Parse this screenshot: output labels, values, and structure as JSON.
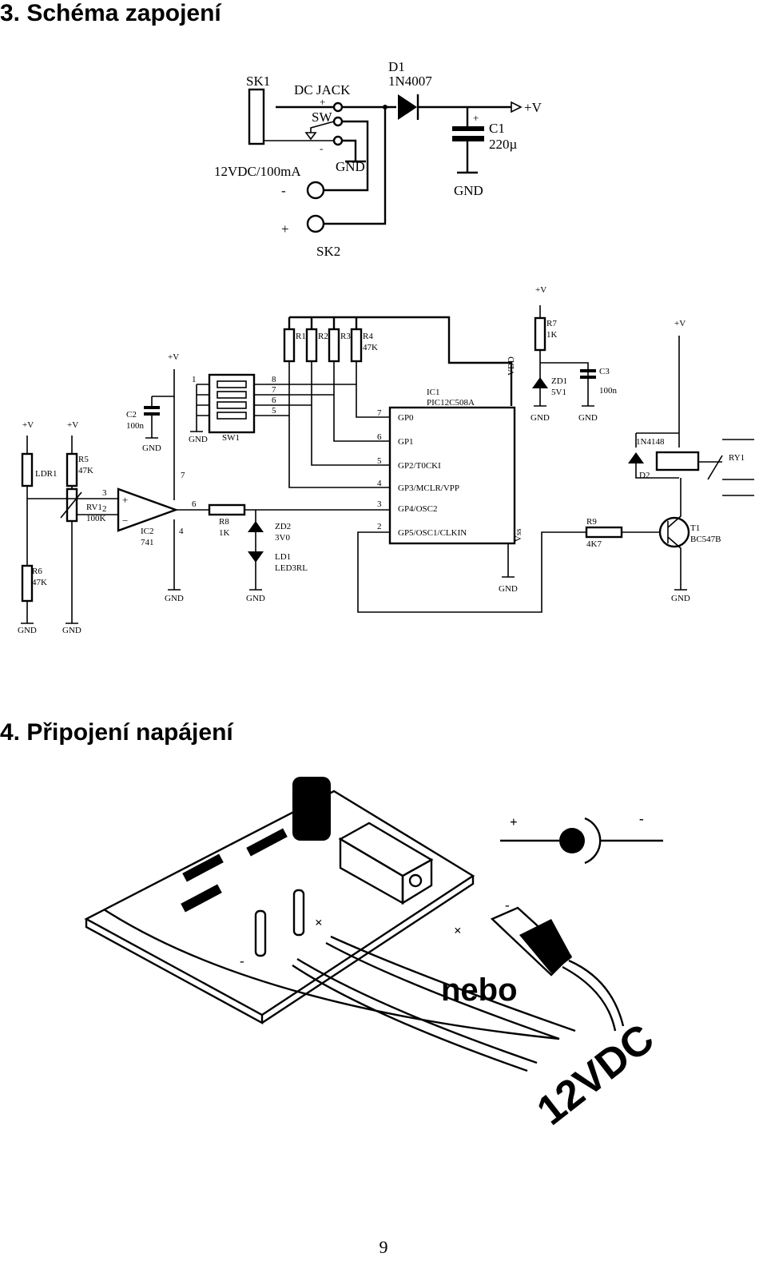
{
  "headings": {
    "schema": "3. Schéma zapojení",
    "power": "4. Připojení napájení"
  },
  "page_number": "9",
  "power_circuit": {
    "labels": [
      "SK1",
      "DC JACK",
      "D1",
      "1N4007",
      "SW",
      "C1",
      "220µ",
      "12VDC/100mA",
      "GND",
      "GND",
      "SK2",
      "+V"
    ],
    "signs": [
      "+",
      "-",
      "-",
      "+",
      "+"
    ]
  },
  "main_circuit": {
    "resistors": [
      {
        "ref": "R1",
        "value": ""
      },
      {
        "ref": "R2",
        "value": ""
      },
      {
        "ref": "R3",
        "value": ""
      },
      {
        "ref": "R4",
        "value": "47K"
      },
      {
        "ref": "R5",
        "value": "47K"
      },
      {
        "ref": "R6",
        "value": "47K"
      },
      {
        "ref": "R7",
        "value": "1K"
      },
      {
        "ref": "R8",
        "value": "1K"
      },
      {
        "ref": "R9",
        "value": "4K7"
      }
    ],
    "components": {
      "ldr": "LDR1",
      "rv1_ref": "RV1",
      "rv1_value": "100K",
      "ic2_ref": "IC2",
      "ic2_value": "741",
      "c2_ref": "C2",
      "c2_value": "100n",
      "c3_ref": "C3",
      "c3_value": "100n",
      "sw1": "SW1",
      "ic1_ref": "IC1",
      "ic1_value": "PIC12C508A",
      "zd1_ref": "ZD1",
      "zd1_value": "5V1",
      "zd2_ref": "ZD2",
      "zd2_value": "3V0",
      "ld1_ref": "LD1",
      "ld1_value": "LED3RL",
      "d2_ref": "D2",
      "d2_value": "1N4148",
      "t1_ref": "T1",
      "t1_value": "BC547B",
      "ry1": "RY1"
    },
    "ic1_pins": [
      {
        "num": "7",
        "name": "GP0"
      },
      {
        "num": "6",
        "name": "GP1"
      },
      {
        "num": "5",
        "name": "GP2/T0CKI"
      },
      {
        "num": "4",
        "name": "GP3/MCLR/VPP"
      },
      {
        "num": "3",
        "name": "GP4/OSC2"
      },
      {
        "num": "2",
        "name": "GP5/OSC1/CLKIN"
      }
    ],
    "supply_labels": {
      "vdd": "VDD",
      "vss": "Vss",
      "plus_v": "+V",
      "gnd": "GND"
    }
  },
  "power_illustration": {
    "or_label": "nebo",
    "voltage_label": "12VDC",
    "polarity": {
      "plus": "+",
      "minus": "-"
    }
  }
}
